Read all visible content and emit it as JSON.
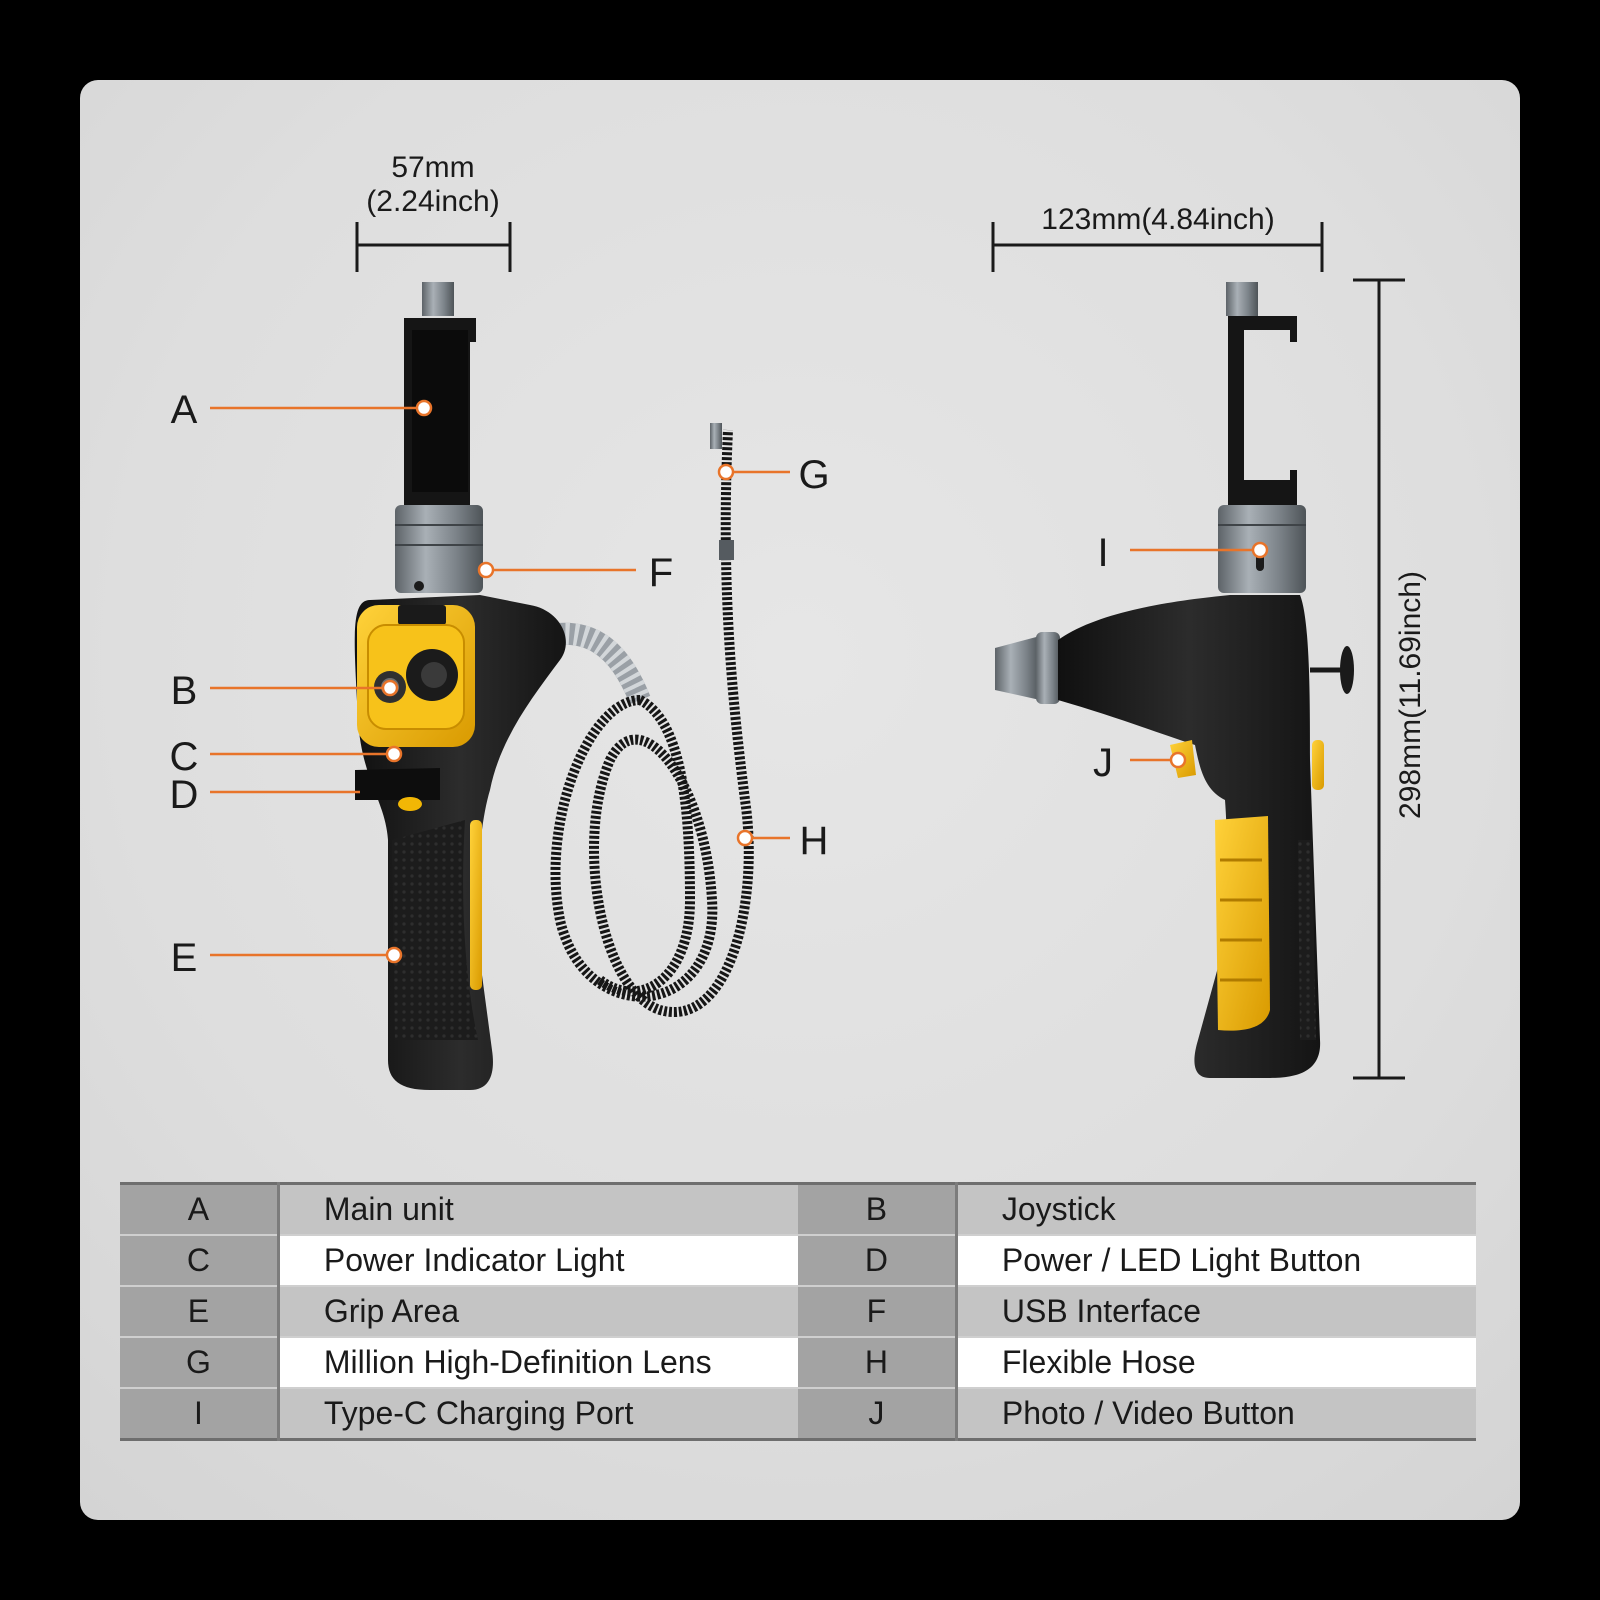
{
  "dimensions": {
    "front_width": "57mm",
    "front_width_inch": "(2.24inch)",
    "side_width": "123mm(4.84inch)",
    "height": "298mm(11.69inch)"
  },
  "callouts": {
    "A": "A",
    "B": "B",
    "C": "C",
    "D": "D",
    "E": "E",
    "F": "F",
    "G": "G",
    "H": "H",
    "I": "I",
    "J": "J"
  },
  "colors": {
    "accent_orange": "#e8742a",
    "body_black": "#1e1e1e",
    "grip_yellow": "#f2b705",
    "metal_gray": "#8a9096"
  },
  "legend": [
    {
      "left_key": "A",
      "left_label": "Main unit",
      "right_key": "B",
      "right_label": "Joystick"
    },
    {
      "left_key": "C",
      "left_label": "Power Indicator Light",
      "right_key": "D",
      "right_label": "Power / LED Light Button"
    },
    {
      "left_key": "E",
      "left_label": "Grip Area",
      "right_key": "F",
      "right_label": "USB Interface"
    },
    {
      "left_key": "G",
      "left_label": "Million High-Definition Lens",
      "right_key": "H",
      "right_label": "Flexible Hose"
    },
    {
      "left_key": "I",
      "left_label": "Type-C Charging Port",
      "right_key": "J",
      "right_label": "Photo / Video Button"
    }
  ]
}
